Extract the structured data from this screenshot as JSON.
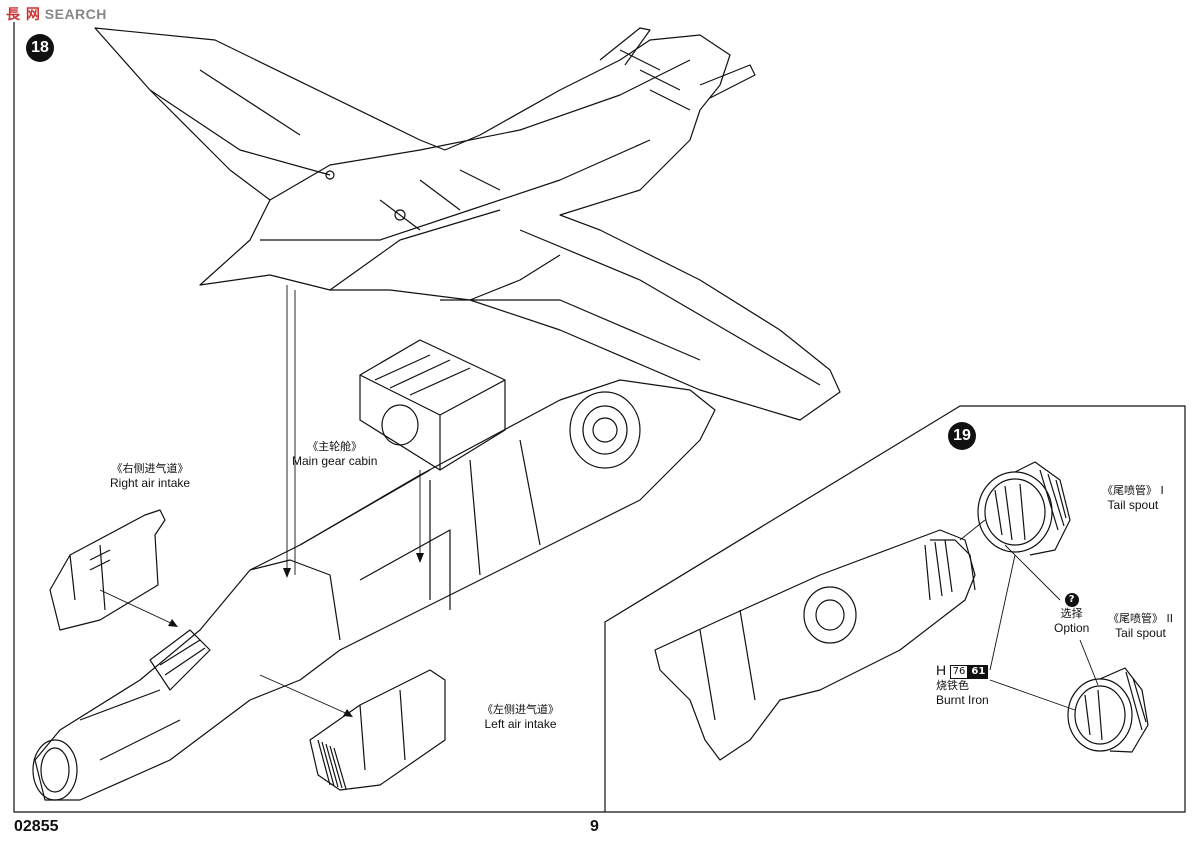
{
  "watermark": {
    "cn": "長 网",
    "en": "SEARCH"
  },
  "steps": {
    "s18": "18",
    "s19": "19"
  },
  "labels": {
    "main_gear_cabin": {
      "cn": "《主轮舱》",
      "en": "Main gear cabin"
    },
    "right_air_intake": {
      "cn": "《右侧进气道》",
      "en": "Right air intake"
    },
    "left_air_intake": {
      "cn": "《左侧进气道》",
      "en": "Left air intake"
    },
    "tail_spout_1": {
      "cn": "《尾喷管》 I",
      "en": "Tail spout"
    },
    "tail_spout_2": {
      "cn": "《尾喷管》 II",
      "en": "Tail spout"
    },
    "option": {
      "symbol": "?",
      "cn": "选择",
      "en": "Option"
    },
    "paint": {
      "prefix": "H",
      "code1": "76",
      "code2": "61",
      "cn": "烧铁色",
      "en": "Burnt Iron"
    }
  },
  "footer": {
    "kit_number": "02855",
    "page_number": "9"
  }
}
